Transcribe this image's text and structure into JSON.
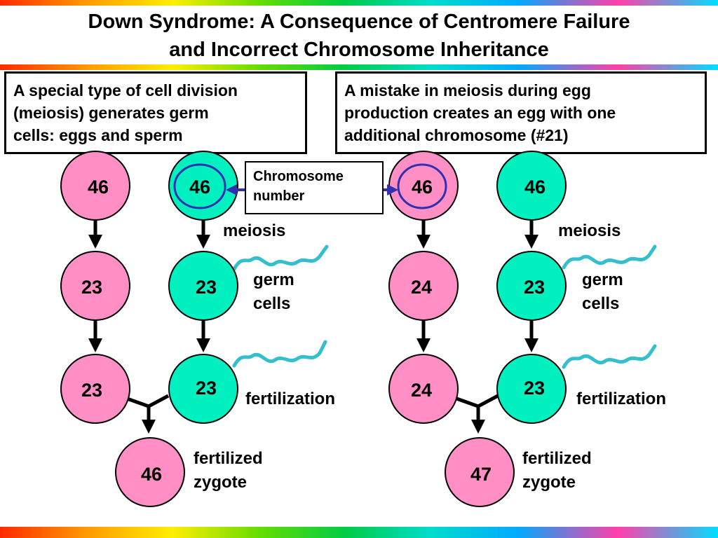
{
  "title": {
    "line1": "Down Syndrome: A Consequence of Centromere Failure",
    "line2": "and Incorrect Chromosome Inheritance"
  },
  "left_box": {
    "lines": [
      "A special type of cell division",
      "(meiosis) generates germ",
      "cells: eggs and sperm"
    ]
  },
  "right_box": {
    "lines": [
      "A mistake in meiosis during egg",
      "production creates an egg with one",
      "additional chromosome (#21)"
    ]
  },
  "chromosome_box": {
    "line1": "Chromosome",
    "line2": "number"
  },
  "colors": {
    "pink": "#ff8fc4",
    "teal": "#00f0c0",
    "ring": "#3030b0",
    "squiggle": "#33c0cc"
  },
  "left_panel": {
    "egg_line": [
      "46",
      "23",
      "23"
    ],
    "sperm_line": [
      "46",
      "23",
      "23"
    ],
    "zygote": "46",
    "meiosis_label": "meiosis",
    "germ_label": [
      "germ",
      "cells"
    ],
    "fertilization_label": "fertilization",
    "zygote_label": [
      "fertilized",
      "zygote"
    ]
  },
  "right_panel": {
    "egg_line": [
      "46",
      "24",
      "24"
    ],
    "sperm_line": [
      "46",
      "23",
      "23"
    ],
    "zygote": "47",
    "meiosis_label": "meiosis",
    "germ_label": [
      "germ",
      "cells"
    ],
    "fertilization_label": "fertilization",
    "zygote_label": [
      "fertilized",
      "zygote"
    ]
  }
}
